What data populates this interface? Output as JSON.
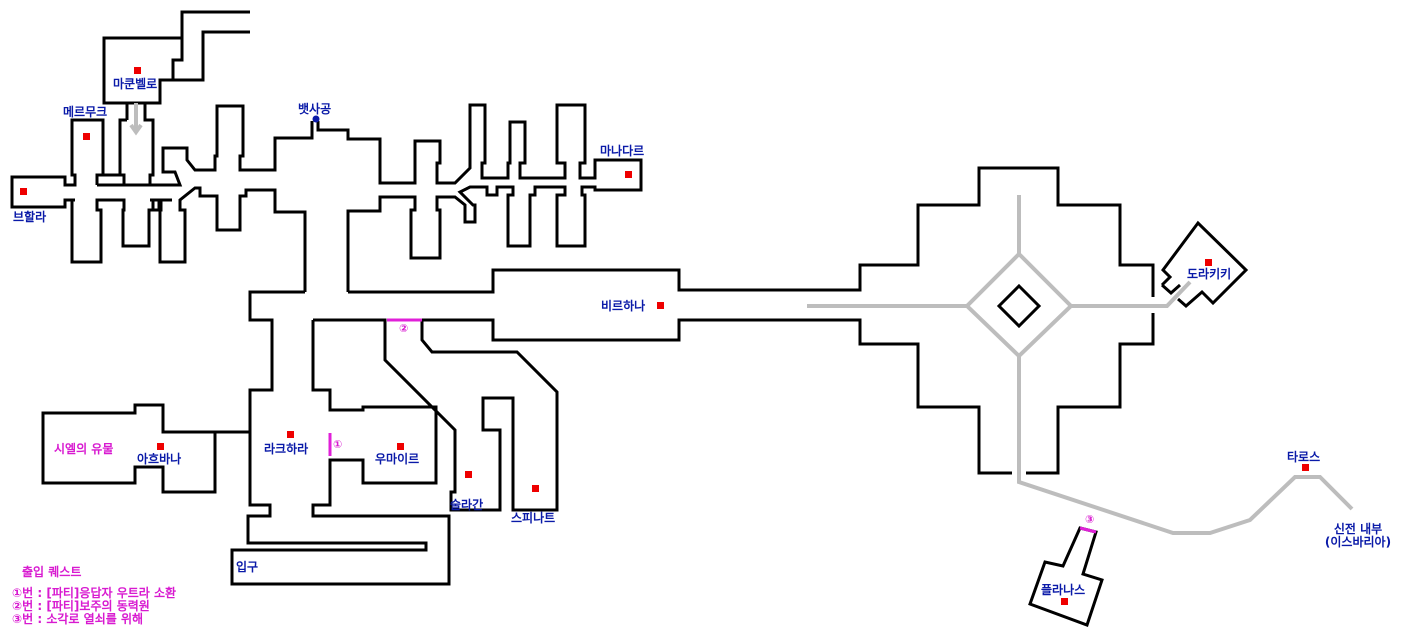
{
  "map": {
    "colors": {
      "wall": "#000000",
      "path": "#bdbdbd",
      "npc_marker": "#ee0000",
      "label": "#0a1aa8",
      "quest": "#d81ad0"
    },
    "locations": {
      "makunbello": "마쿤벨로",
      "mereumuku": "메르무크",
      "beuhalla": "브할라",
      "beotsagong": "뱃사공",
      "manadareu": "마나다르",
      "bireuhana": "비르하나",
      "doraikiki": "도라키키",
      "sielui_yumul": "시엘의 유물",
      "aheubana": "아흐바나",
      "rakeuhara": "라크하라",
      "umaireu": "우마이르",
      "sullagan": "술라간",
      "seupinateu": "스피나트",
      "ipgu": "입구",
      "taroseu": "타로스",
      "sinjeon_naebu_line1": "신전 내부",
      "sinjeon_naebu_line2": "(이스바리아)",
      "peullanaseu": "플라나스"
    },
    "gates": {
      "g1": "①",
      "g2": "②",
      "g3": "③"
    }
  },
  "legend": {
    "title": "출입 퀘스트",
    "items": [
      "①번 : [파티]응답자 우트라 소환",
      "②번 : [파티]보주의 동력원",
      "③번 : 소각로 열쇠를 위해"
    ]
  }
}
